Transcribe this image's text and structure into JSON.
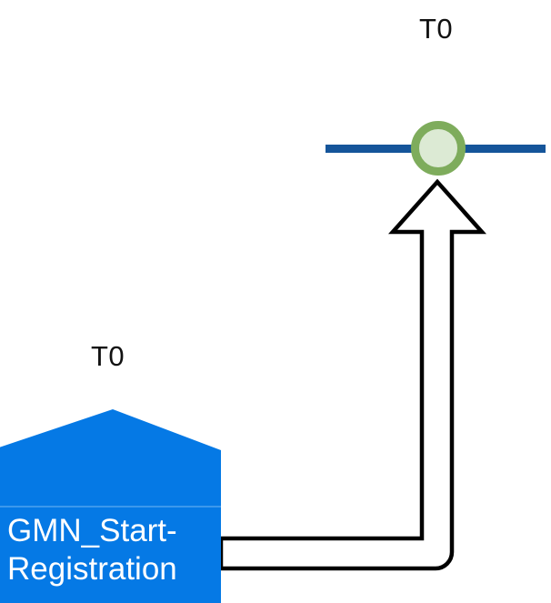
{
  "diagram": {
    "type": "bpmn-like-flow",
    "background_color": "#ffffff",
    "nodes": [
      {
        "id": "start-node",
        "shape": "pentagon-home",
        "label": "GMN_Start-\nRegistration",
        "time_label": "T0",
        "fill_color": "#0579E5",
        "text_color": "#ffffff"
      },
      {
        "id": "end-marker",
        "shape": "circle-on-line",
        "time_label": "T0",
        "ring_color": "#7EAC5C",
        "fill_color": "#DCEAD4",
        "line_color": "#15559A"
      }
    ],
    "connector": {
      "id": "flow-arrow",
      "shape": "block-arrow-elbow-up",
      "fill_color": "#ffffff",
      "stroke_color": "#000000",
      "direction": "up"
    }
  },
  "labels": {
    "t0_top": "T0",
    "t0_bottom": "T0",
    "node_name": "GMN_Start-\nRegistration"
  },
  "colors": {
    "node_blue": "#0579E5",
    "line_navy": "#15559A",
    "ring_green": "#7EAC5C",
    "circle_fill": "#DCEAD4",
    "stroke_black": "#000000",
    "text_white": "#ffffff"
  }
}
